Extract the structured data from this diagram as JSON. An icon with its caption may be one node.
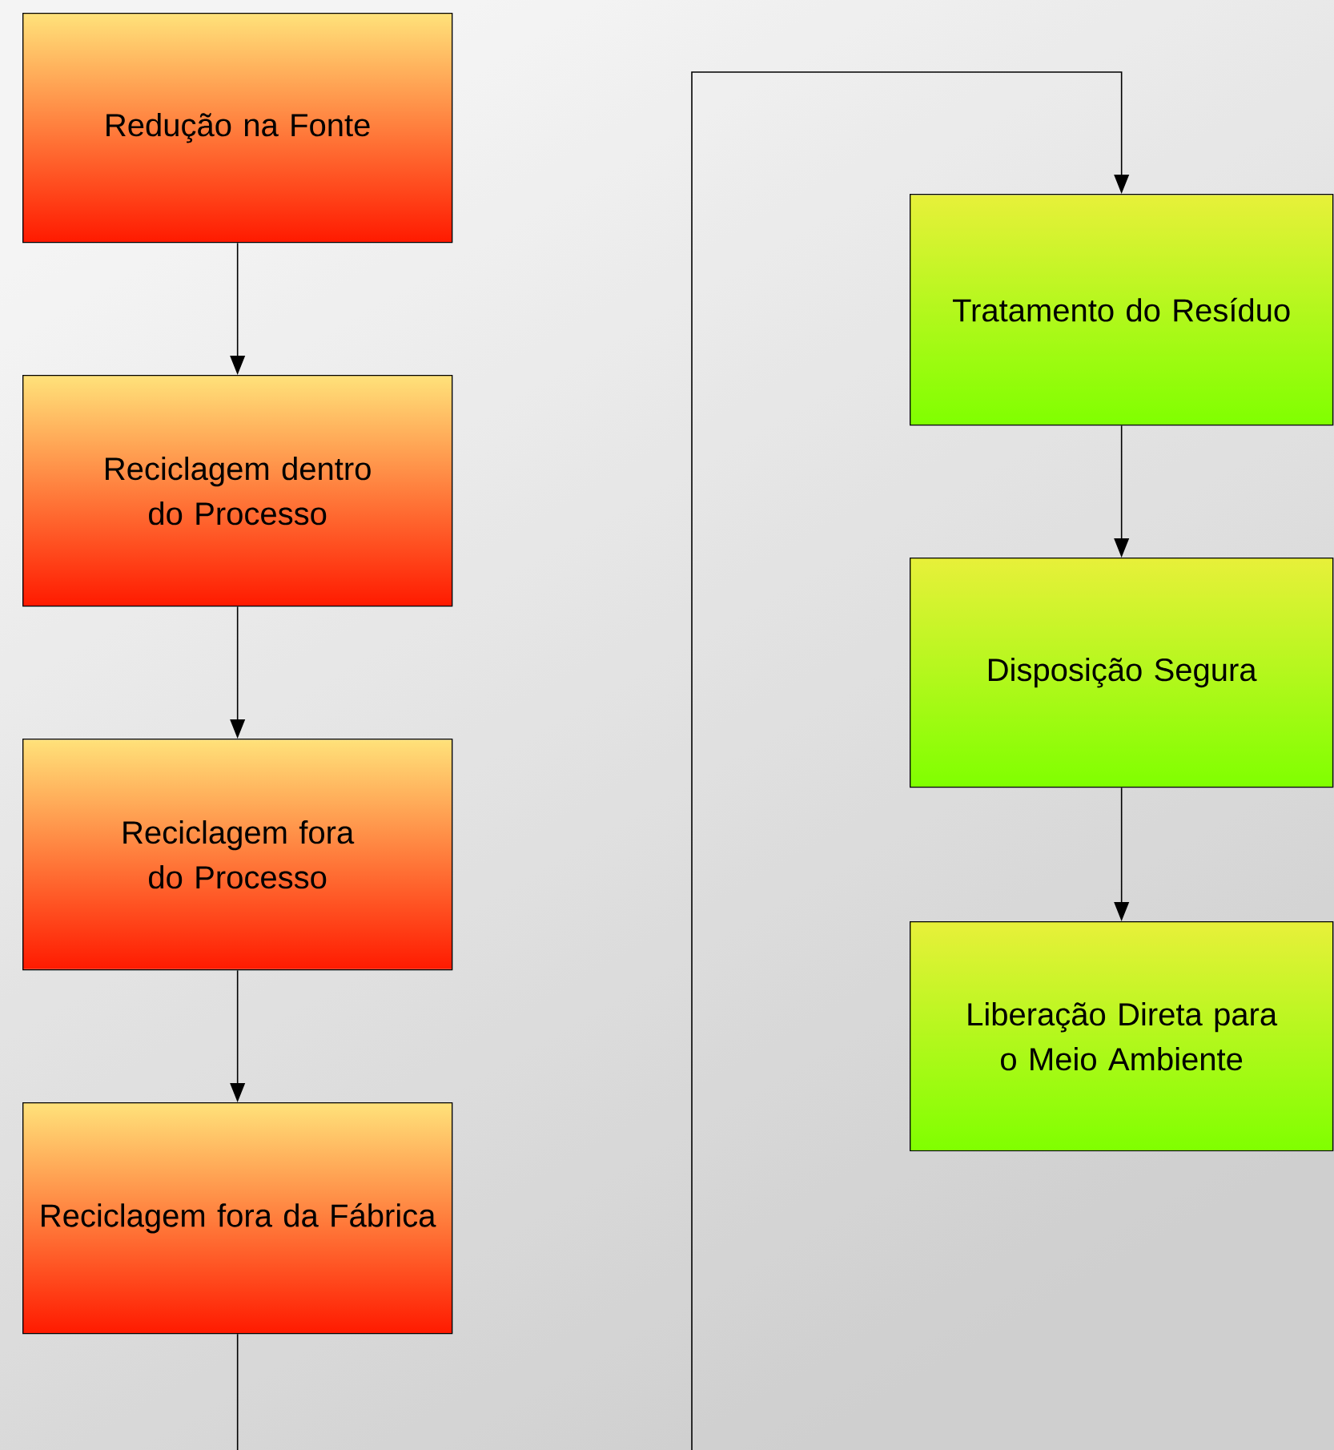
{
  "diagram": {
    "nodes": [
      {
        "text": [
          "Redução na Fonte"
        ]
      },
      {
        "text": [
          "Reciclagem dentro do Processo"
        ]
      },
      {
        "text": [
          "Reciclagem fora do Processo"
        ]
      },
      {
        "text": [
          "Reciclagem fora da Fábrica"
        ]
      },
      {
        "text": [
          "Tratamento do Resíduo"
        ]
      },
      {
        "text": [
          "Disposição Segura"
        ]
      },
      {
        "text": [
          "Liberação Direta para o Meio Ambiente"
        ]
      }
    ],
    "edges": [
      {
        "from": 0,
        "to": 1,
        "arrow": "to"
      },
      {
        "from": 1,
        "to": 2,
        "arrow": "to"
      },
      {
        "from": 2,
        "to": 3,
        "arrow": "to"
      },
      {
        "from": 3,
        "to": null,
        "arrow": "none"
      },
      {
        "from": null,
        "to": 4,
        "arrow": "to"
      },
      {
        "from": 4,
        "to": 5,
        "arrow": "to"
      },
      {
        "from": 5,
        "to": 6,
        "arrow": "to"
      }
    ]
  }
}
